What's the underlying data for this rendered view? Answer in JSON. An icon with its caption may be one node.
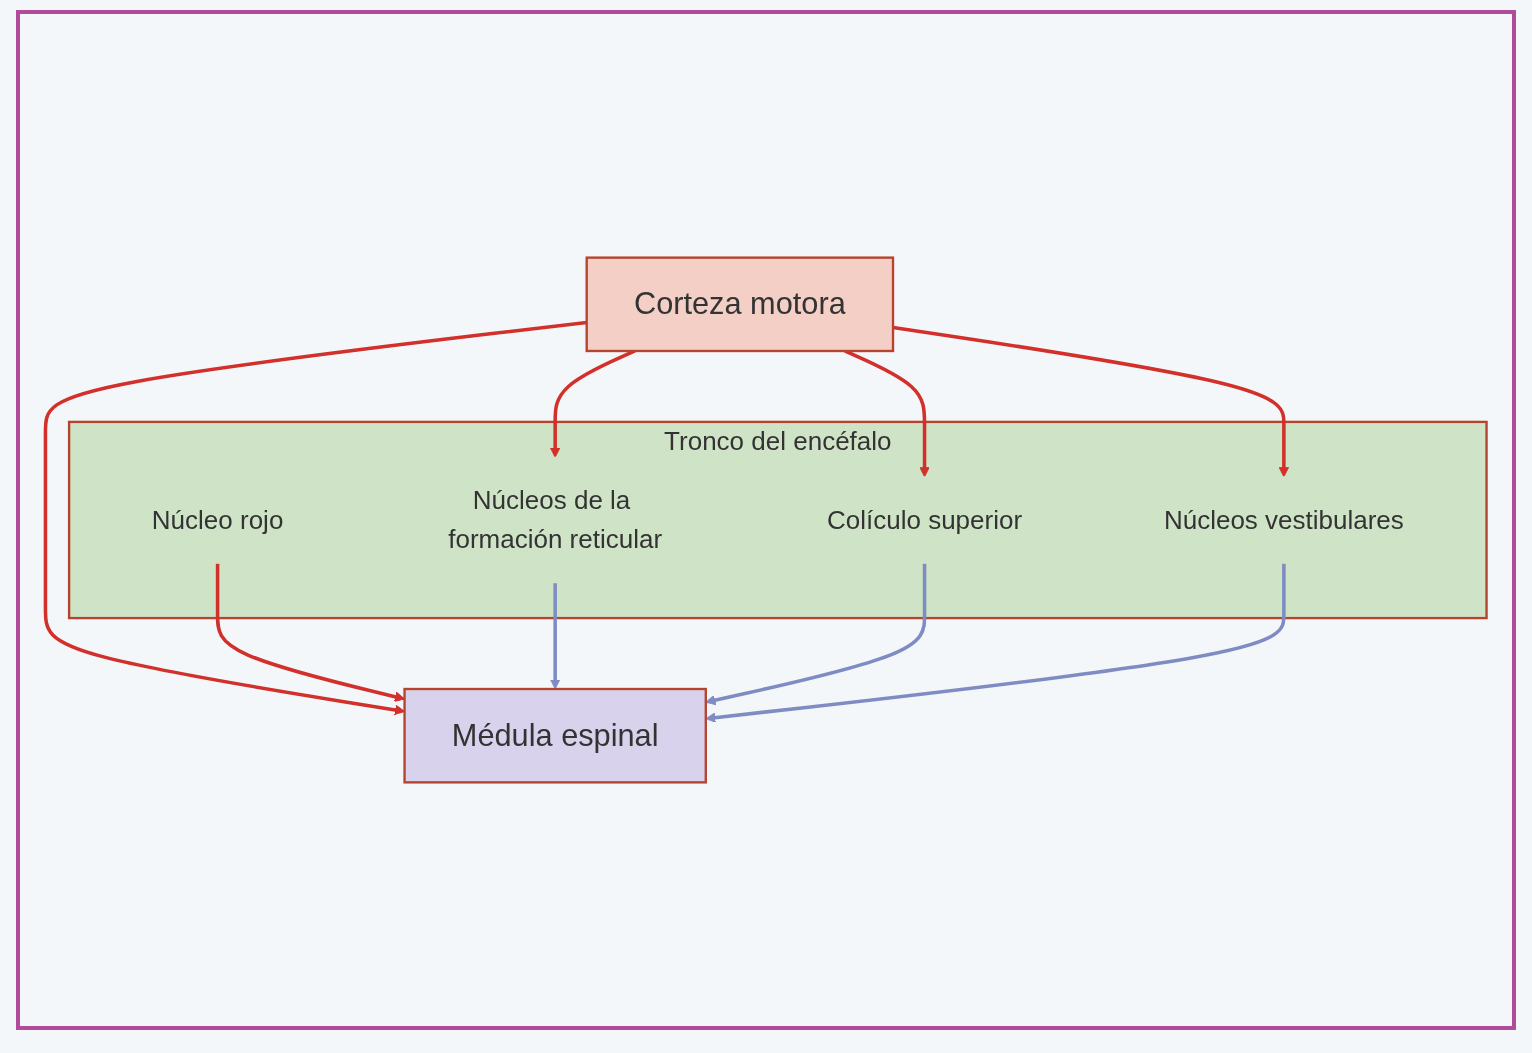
{
  "diagram": {
    "nodes": [
      {
        "text": [
          "Corteza motora"
        ]
      },
      {
        "text": [
          "Tronco del encéfalo"
        ]
      },
      {
        "text": [
          "Núcleo rojo"
        ],
        "in": 1
      },
      {
        "text": [
          "Núcleos de la formación reticular"
        ],
        "in": 1
      },
      {
        "text": [
          "Colículo superior"
        ],
        "in": 1
      },
      {
        "text": [
          "Núcleos vestibulares"
        ],
        "in": 1
      },
      {
        "text": [
          "Médula espinal"
        ]
      }
    ],
    "edges": [
      {
        "from": 0,
        "to": 6,
        "arrow": "to"
      },
      {
        "from": 0,
        "to": 3,
        "arrow": "to"
      },
      {
        "from": 0,
        "to": 4,
        "arrow": "to"
      },
      {
        "from": 0,
        "to": 5,
        "arrow": "to"
      },
      {
        "from": 2,
        "to": 6,
        "arrow": "to"
      },
      {
        "from": 3,
        "to": 6,
        "arrow": "to",
        "color": "#7f8cc4"
      },
      {
        "from": 4,
        "to": 6,
        "arrow": "to",
        "color": "#7f8cc4"
      },
      {
        "from": 5,
        "to": 6,
        "arrow": "to",
        "color": "#7f8cc4"
      }
    ]
  }
}
